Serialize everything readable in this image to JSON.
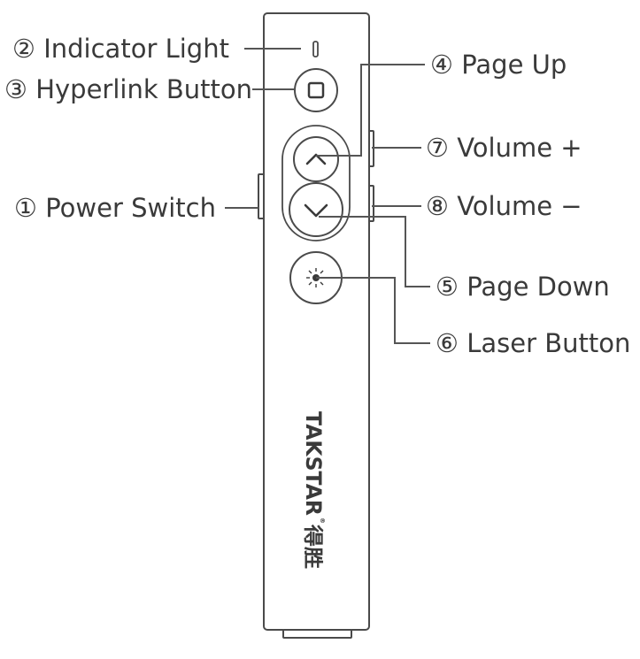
{
  "labels": {
    "indicator_light": "② Indicator Light",
    "hyperlink_button": "③ Hyperlink Button",
    "power_switch": "① Power Switch",
    "page_up": "④ Page Up",
    "volume_up": "⑦ Volume +",
    "volume_down": "⑧ Volume −",
    "page_down": "⑤ Page Down",
    "laser_button": "⑥ Laser Button"
  },
  "device": {
    "brand": "TAKSTAR",
    "brand_cn": "得胜",
    "registered_mark": "®"
  }
}
